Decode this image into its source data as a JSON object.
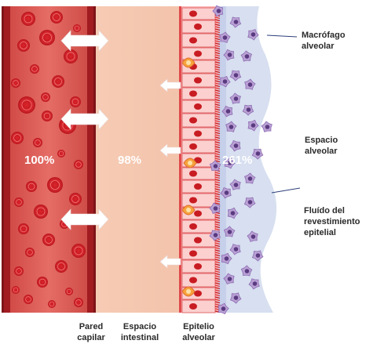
{
  "labels": {
    "macrophage": [
      "Macrófago",
      "alveolar"
    ],
    "alveolar_space": [
      "Espacio",
      "alveolar"
    ],
    "lining_fluid": [
      "Fluído del",
      "revestimiento",
      "epitelial"
    ],
    "capillary_wall": [
      "Pared",
      "capilar"
    ],
    "interstitial_space": [
      "Espacio",
      "intestinal"
    ],
    "alveolar_epithelium": [
      "Epitelio",
      "alveolar"
    ]
  },
  "percentages": {
    "capillary": "100%",
    "interstitial": "98%",
    "fluid": "261%"
  },
  "colors": {
    "blood": "#c8232c",
    "capillary_wall": "#a41e22",
    "interstitium": "#f4c9b2",
    "epithelium": "#f7a8a8",
    "fluid": "#d4ddf0",
    "macrophage": "#7a5a9a",
    "arrow": "#ffffff"
  },
  "icons": [
    "bidirectional-arrow-icon",
    "left-arrow-icon",
    "red-blood-cell-icon",
    "macrophage-icon"
  ]
}
